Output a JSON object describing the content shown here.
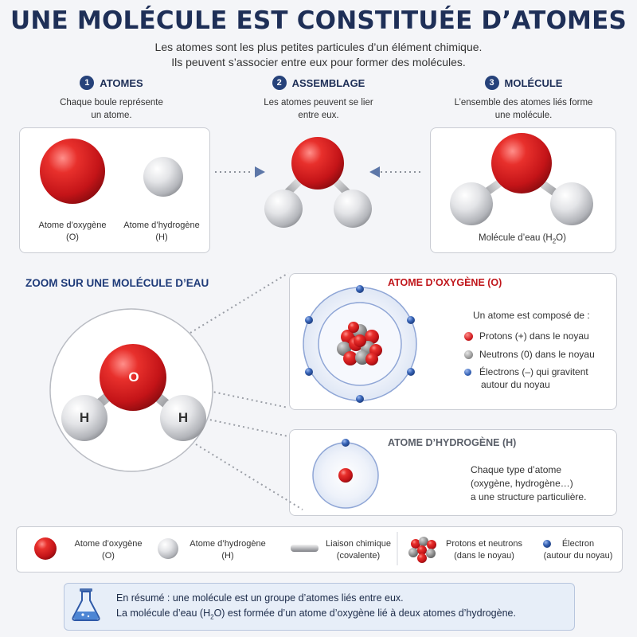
{
  "header": {
    "title": "UNE MOLÉCULE EST CONSTITUÉE D’ATOMES",
    "subtitle_line1": "Les atomes sont les plus petites particules d’un élément chimique.",
    "subtitle_line2": "Ils peuvent s’associer entre eux pour former des molécules."
  },
  "steps": [
    {
      "num": "1",
      "title": "ATOMES",
      "desc_line1": "Chaque boule représente",
      "desc_line2": "un atome."
    },
    {
      "num": "2",
      "title": "ASSEMBLAGE",
      "desc_line1": "Les atomes peuvent se lier",
      "desc_line2": "entre eux."
    },
    {
      "num": "3",
      "title": "MOLÉCULE",
      "desc_line1": "L’ensemble des atomes liés forme",
      "desc_line2": "une molécule."
    }
  ],
  "panel1": {
    "oxygen_label": "Atome d’oxygène",
    "oxygen_symbol": "(O)",
    "hydrogen_label": "Atome d’hydrogène",
    "hydrogen_symbol": "(H)"
  },
  "panel3": {
    "molecule_prefix": "Molécule d’eau (H",
    "molecule_sub": "2",
    "molecule_suffix": "O)"
  },
  "zoom": {
    "title": "ZOOM SUR UNE MOLÉCULE D’EAU",
    "o_letter": "O",
    "h_letter": "H"
  },
  "oxygen_atom": {
    "title": "ATOME D’OXYGÈNE (O)",
    "intro": "Un atome est composé de :",
    "items": [
      {
        "text": "Protons (+) dans le noyau"
      },
      {
        "text": "Neutrons (0) dans le noyau"
      },
      {
        "text_line1": "Électrons (–) qui gravitent",
        "text_line2": "autour du noyau"
      }
    ]
  },
  "hydrogen_atom": {
    "title": "ATOME D’HYDROGÈNE (H)",
    "desc_line1": "Chaque type d’atome",
    "desc_line2": "(oxygène, hydrogène…)",
    "desc_line3": "a une structure particulière."
  },
  "legend": [
    {
      "line1": "Atome d’oxygène",
      "line2": "(O)"
    },
    {
      "line1": "Atome d’hydrogène",
      "line2": "(H)"
    },
    {
      "line1": "Liaison chimique",
      "line2": "(covalente)"
    },
    {
      "line1": "Protons et neutrons",
      "line2": "(dans le noyau)"
    },
    {
      "line1": "Électron",
      "line2": "(autour du noyau)"
    }
  ],
  "summary": {
    "line1": "En résumé : une molécule est un groupe d’atomes liés entre eux.",
    "line2_prefix": "La molécule d’eau (H",
    "line2_sub": "2",
    "line2_suffix": "O) est formée d’un atome d’oxygène lié à deux atomes d’hydrogène."
  },
  "colors": {
    "oxygen": "#d42024",
    "hydrogen": "#dcdde0",
    "electron": "#2f5aa8",
    "title": "#1e2f57",
    "accent_red": "#c0161b"
  },
  "icons": {
    "flask": "flask-icon",
    "arrow": "arrow-right-icon"
  }
}
